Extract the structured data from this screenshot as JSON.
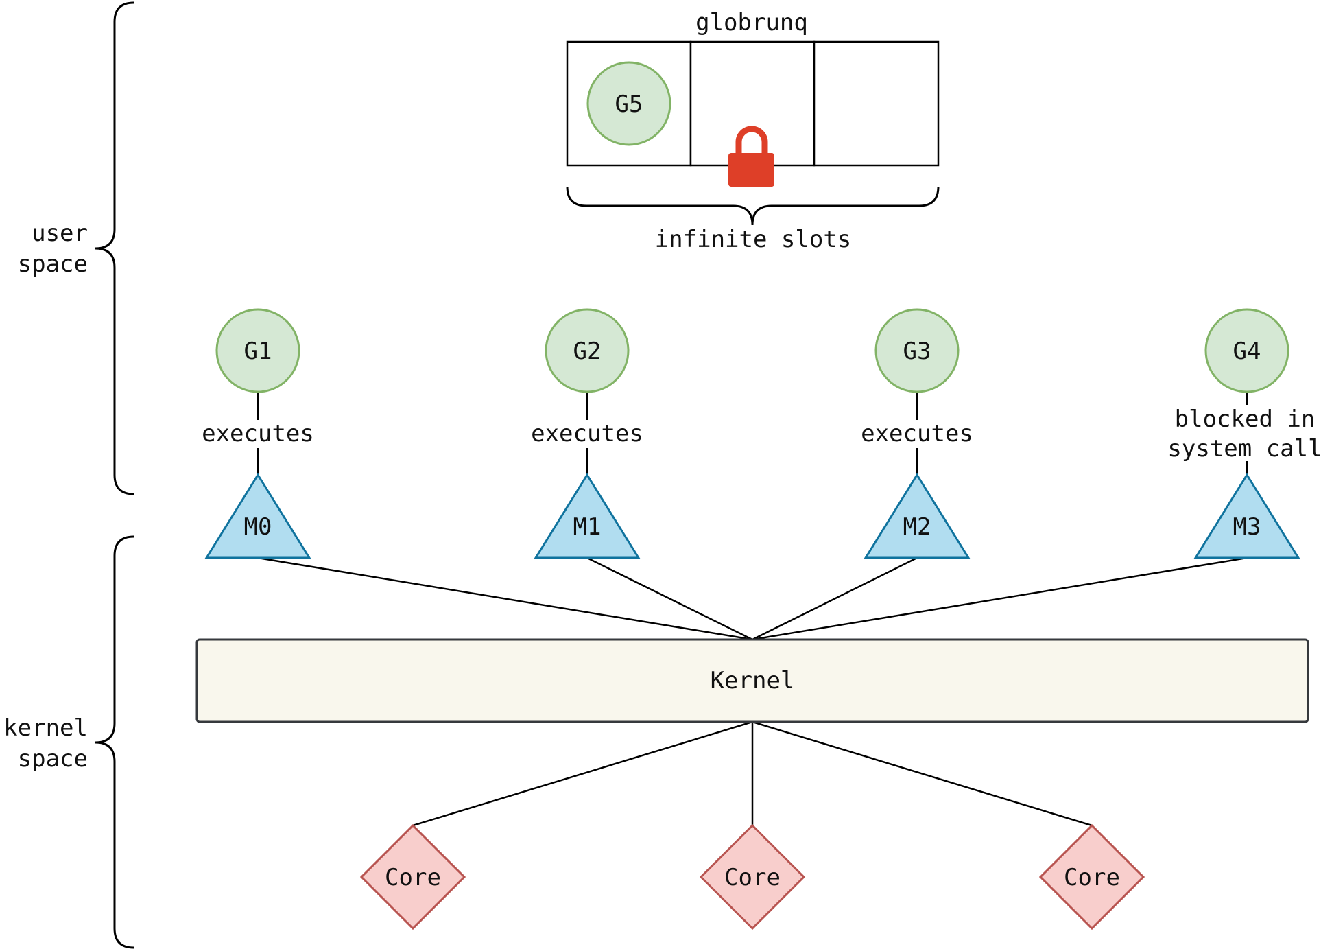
{
  "colors": {
    "goroutine_fill": "#d5e8d4",
    "goroutine_stroke": "#82b366",
    "thread_fill": "#b1ddf0",
    "thread_stroke": "#10739e",
    "core_fill": "#f8cecc",
    "core_stroke": "#b85450",
    "kernel_fill": "#f9f7ed",
    "kernel_stroke": "#36393d",
    "lock": "#de3f28"
  },
  "regions": {
    "user": {
      "line1": "user",
      "line2": "space"
    },
    "kernel": {
      "line1": "kernel",
      "line2": "space"
    }
  },
  "globrunq": {
    "title": "globrunq",
    "slot_item": "G5",
    "brace_label": "infinite slots",
    "lock_icon": "lock-icon"
  },
  "goroutines": [
    {
      "label": "G1",
      "relation": [
        "executes"
      ]
    },
    {
      "label": "G2",
      "relation": [
        "executes"
      ]
    },
    {
      "label": "G3",
      "relation": [
        "executes"
      ]
    },
    {
      "label": "G4",
      "relation": [
        "blocked in",
        "system call"
      ]
    }
  ],
  "threads": [
    {
      "label": "M0"
    },
    {
      "label": "M1"
    },
    {
      "label": "M2"
    },
    {
      "label": "M3"
    }
  ],
  "kernel": {
    "label": "Kernel"
  },
  "cores": [
    {
      "label": "Core"
    },
    {
      "label": "Core"
    },
    {
      "label": "Core"
    }
  ]
}
